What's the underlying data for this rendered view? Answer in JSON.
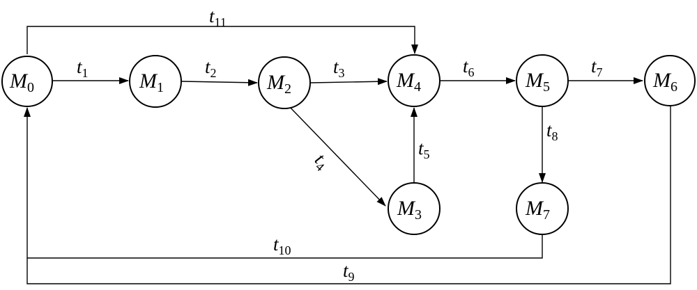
{
  "diagram": {
    "nodes": [
      {
        "id": "M0",
        "letter": "M",
        "sub": "0"
      },
      {
        "id": "M1",
        "letter": "M",
        "sub": "1"
      },
      {
        "id": "M2",
        "letter": "M",
        "sub": "2"
      },
      {
        "id": "M3",
        "letter": "M",
        "sub": "3"
      },
      {
        "id": "M4",
        "letter": "M",
        "sub": "4"
      },
      {
        "id": "M5",
        "letter": "M",
        "sub": "5"
      },
      {
        "id": "M6",
        "letter": "M",
        "sub": "6"
      },
      {
        "id": "M7",
        "letter": "M",
        "sub": "7"
      }
    ],
    "edges": [
      {
        "id": "t1",
        "letter": "t",
        "sub": "1",
        "from": "M0",
        "to": "M1"
      },
      {
        "id": "t2",
        "letter": "t",
        "sub": "2",
        "from": "M1",
        "to": "M2"
      },
      {
        "id": "t3",
        "letter": "t",
        "sub": "3",
        "from": "M2",
        "to": "M4"
      },
      {
        "id": "t4",
        "letter": "t",
        "sub": "4",
        "from": "M2",
        "to": "M3"
      },
      {
        "id": "t5",
        "letter": "t",
        "sub": "5",
        "from": "M3",
        "to": "M4"
      },
      {
        "id": "t6",
        "letter": "t",
        "sub": "6",
        "from": "M4",
        "to": "M5"
      },
      {
        "id": "t7",
        "letter": "t",
        "sub": "7",
        "from": "M5",
        "to": "M6"
      },
      {
        "id": "t8",
        "letter": "t",
        "sub": "8",
        "from": "M5",
        "to": "M7"
      },
      {
        "id": "t9",
        "letter": "t",
        "sub": "9",
        "from": "M6",
        "to": "M0"
      },
      {
        "id": "t10",
        "letter": "t",
        "sub": "10",
        "from": "M7",
        "to": "M0"
      },
      {
        "id": "t11",
        "letter": "t",
        "sub": "11",
        "from": "M0",
        "to": "M4"
      }
    ]
  }
}
